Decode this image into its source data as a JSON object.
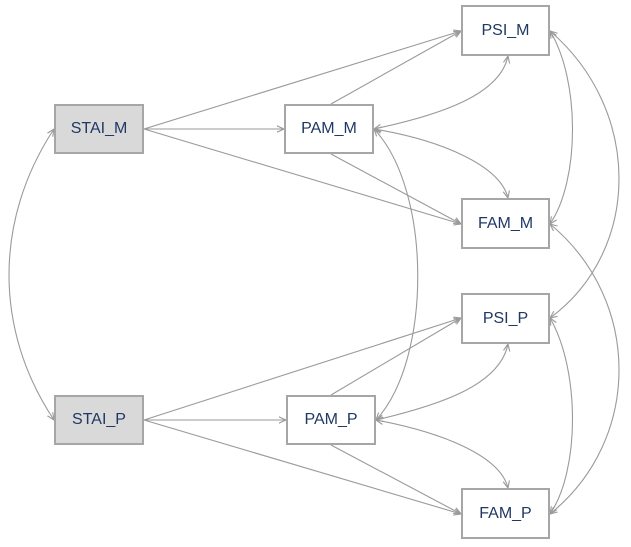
{
  "nodes": {
    "stai_m": "STAI_M",
    "stai_p": "STAI_P",
    "pam_m": "PAM_M",
    "pam_p": "PAM_P",
    "psi_m": "PSI_M",
    "fam_m": "FAM_M",
    "psi_p": "PSI_P",
    "fam_p": "FAM_P"
  },
  "colors": {
    "line": "#9a9a9a",
    "box_border": "#a6a6a6",
    "text": "#1f3864",
    "exogenous_fill": "#d9d9d9"
  }
}
